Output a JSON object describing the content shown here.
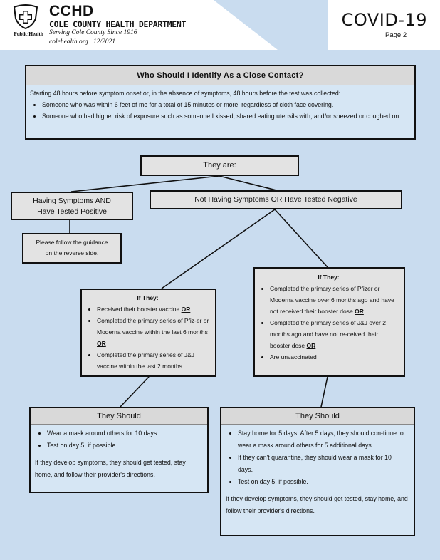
{
  "header": {
    "logo_text": "Public Health",
    "org_abbrev": "CCHD",
    "org_full": "COLE COUNTY HEALTH DEPARTMENT",
    "tagline": "Serving Cole County Since 1916",
    "site_date": "colehealth.org   12/2021",
    "doc_title": "COVID-19",
    "page": "Page 2"
  },
  "close_contact": {
    "title": "Who Should I Identify As a Close Contact?",
    "intro": "Starting 48 hours before symptom onset or, in the absence of symptoms, 48 hours before the test was collected:",
    "bullets": [
      "Someone who was within 6 feet of me for a total of 15 minutes or more, regardless of cloth face covering.",
      "Someone who had higher risk of exposure such as someone I kissed, shared eating utensils with, and/or sneezed or coughed on."
    ]
  },
  "flow": {
    "they_are": "They are:",
    "symptoms_line1": "Having Symptoms AND",
    "symptoms_line2": "Have Tested Positive",
    "no_symptoms": "Not Having Symptoms OR Have Tested Negative",
    "guidance_line1": "Please follow the guidance",
    "guidance_line2": "on the reverse side."
  },
  "if_left": {
    "heading": "If They:",
    "items": [
      {
        "text": "Received their booster vaccine ",
        "or": "OR"
      },
      {
        "text": "Completed the primary series of Pfiz-er or  Moderna vaccine within the last 6 months ",
        "or": "OR"
      },
      {
        "text": "Completed the primary series of J&J vaccine  within the last 2 months",
        "or": ""
      }
    ]
  },
  "if_right": {
    "heading": "If They:",
    "items": [
      {
        "text": "Completed the primary series of Pfizer or Moderna vaccine over 6 months ago and have not received their booster dose ",
        "or": "OR"
      },
      {
        "text": "Completed the primary series of J&J over 2 months ago and have not re-ceived their booster dose ",
        "or": "OR"
      },
      {
        "text": "Are unvaccinated",
        "or": ""
      }
    ]
  },
  "should_left": {
    "title": "They Should",
    "bullets": [
      "Wear a mask around others for 10 days.",
      "Test on day 5, if possible."
    ],
    "footer": "If they develop symptoms, they should get tested, stay home, and follow their provider's directions."
  },
  "should_right": {
    "title": "They Should",
    "bullets": [
      "Stay home for 5 days. After 5 days, they should con-tinue to wear a mask around others for 5 additional days.",
      "If they can't quarantine, they should wear a mask for 10 days.",
      "Test on day 5, if possible."
    ],
    "footer": "If they develop symptoms, they should get tested, stay home, and follow their provider's directions."
  },
  "colors": {
    "background": "#c9dcef",
    "box_gray": "#e3e3e3",
    "box_blue": "#d6e6f4",
    "header_white": "#ffffff"
  }
}
